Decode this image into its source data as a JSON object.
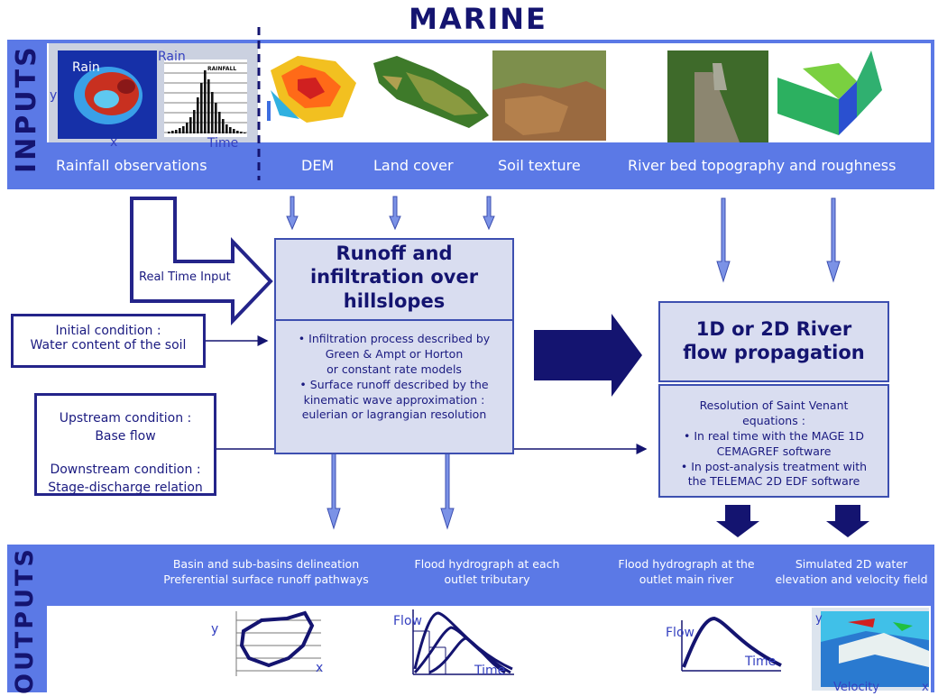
{
  "title": "MARINE",
  "inputs": {
    "side_label": "INPUTS",
    "rain_map_label": "Rain",
    "rain_map_x": "x",
    "rain_map_y": "y",
    "hyeto_label": "Rain",
    "hyeto_time": "Time",
    "hyeto_legend": "RAINFALL",
    "labels": [
      "Rainfall observations",
      "DEM",
      "Land cover",
      "Soil texture",
      "River bed topography and roughness"
    ]
  },
  "real_time_input": "Real Time Input",
  "initial_condition": {
    "line1": "Initial condition :",
    "line2": "Water content of the soil"
  },
  "boundary_condition": {
    "line1": "Upstream condition :",
    "line2": "Base flow",
    "line3": "Downstream condition :",
    "line4": "Stage-discharge relation"
  },
  "runoff_box": {
    "title": [
      "Runoff and",
      "infiltration over",
      "hillslopes"
    ],
    "body": [
      "• Infiltration process described by",
      "Green & Ampt or Horton",
      "or constant rate models",
      "• Surface runoff described by the",
      "kinematic wave approximation :",
      "eulerian or lagrangian resolution"
    ]
  },
  "river_box": {
    "title": [
      "1D or 2D River",
      "flow propagation"
    ],
    "body": [
      "Resolution of Saint Venant",
      "equations :",
      "• In real time with the MAGE 1D",
      "CEMAGREF software",
      "• In post-analysis treatment with",
      "the TELEMAC 2D EDF software"
    ]
  },
  "outputs": {
    "side_label": "OUTPUTS",
    "texts": [
      [
        "Basin and sub-basins delineation",
        "Preferential surface runoff pathways"
      ],
      [
        "Flood hydrograph at each",
        "outlet tributary"
      ],
      [
        "Flood hydrograph at the",
        "outlet main river"
      ],
      [
        "Simulated 2D water",
        "elevation and velocity field"
      ]
    ],
    "basin_y": "y",
    "basin_x": "x",
    "hydro1_flow": "Flow",
    "hydro1_time": "Time",
    "hydro2_flow": "Flow",
    "hydro2_time": "Time",
    "field_y": "y",
    "field_x": "x",
    "field_velocity": "Velocity"
  },
  "colors": {
    "band": "#5b79e6",
    "box": "#d9ddf0",
    "navy": "#141470",
    "arrow": "#6f86e0"
  }
}
